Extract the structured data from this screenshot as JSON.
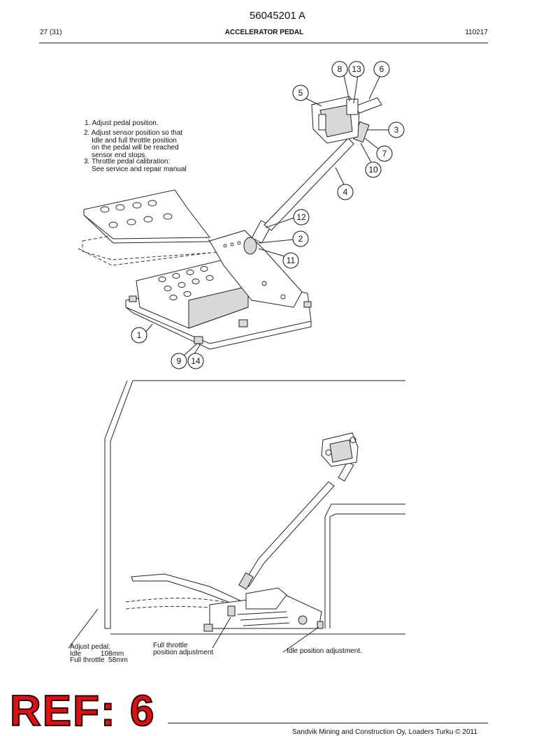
{
  "header": {
    "doc_number": "56045201 A",
    "page_count": "27 (31)",
    "title": "ACCELERATOR PEDAL",
    "date": "110217"
  },
  "instructions": [
    "1. Adjust pedal position.",
    "2. Adjust sensor position so that\n    Idle and full throttle position\n    on the pedal will be reached\n    sensor end stops.",
    "3. Throttle pedal calibration:\n    See service and repair manual"
  ],
  "callouts": [
    "8",
    "13",
    "6",
    "5",
    "3",
    "7",
    "10",
    "4",
    "12",
    "2",
    "11",
    "1",
    "9",
    "14"
  ],
  "lower_notes": {
    "adjust_pedal": "Adjust pedal:\nIdle          108mm\nFull throttle  58mm",
    "full_throttle": "Full throttle\nposition adjustment",
    "idle": "Idle position adjustment."
  },
  "ref_label": "REF: 6",
  "footer": {
    "copyright": "Sandvik Mining and Construction Oy, Loaders Turku © 2011"
  }
}
